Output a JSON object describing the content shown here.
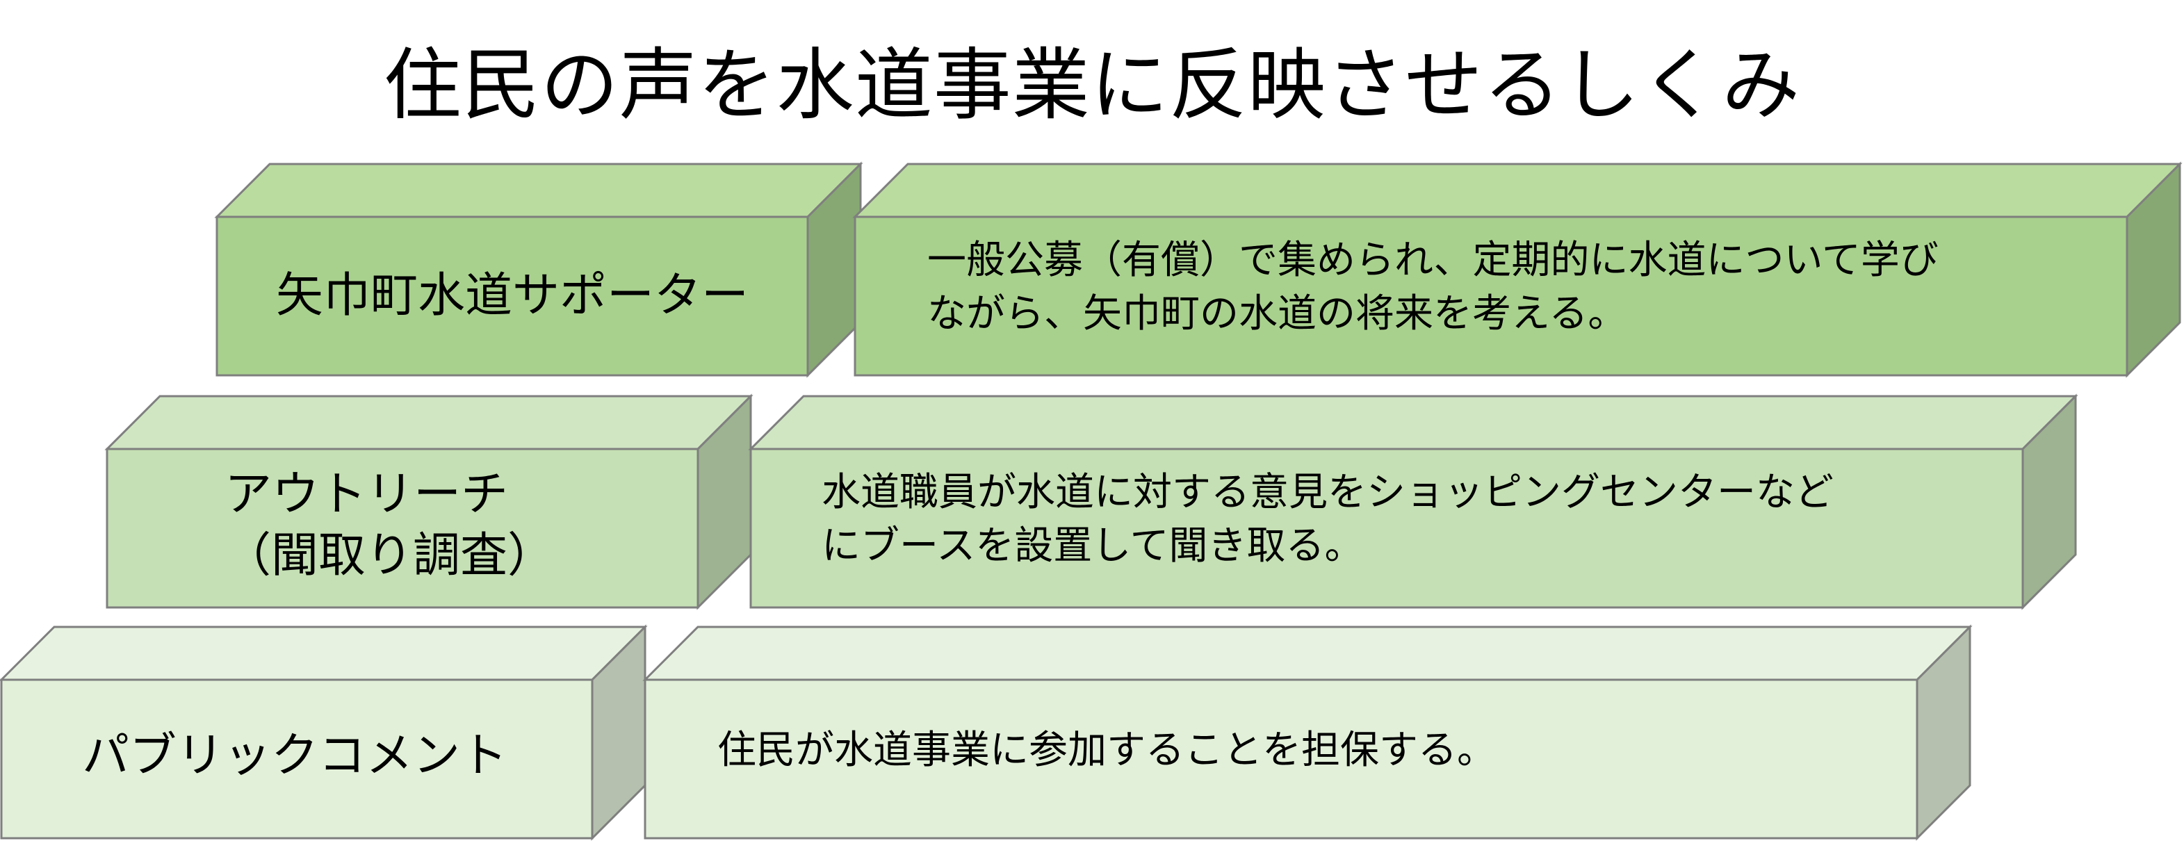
{
  "title": "住民の声を水道事業に反映させるしくみ",
  "colors": {
    "tier1_front": "#a9d18e",
    "tier1_top": "#badc9f",
    "tier1_side": "#87a872",
    "tier2_front": "#c5e0b4",
    "tier2_top": "#d0e6c3",
    "tier2_side": "#9db391",
    "tier3_front": "#e2f0d9",
    "tier3_top": "#e7f3e0",
    "tier3_side": "#b5c0ae",
    "border": "#7f7f7f"
  },
  "rows": [
    {
      "label": [
        "矢巾町水道サポーター"
      ],
      "description": [
        "一般公募（有償）で集められ、定期的に水道について学び",
        "ながら、矢巾町の水道の将来を考える。"
      ]
    },
    {
      "label": [
        "アウトリーチ",
        "（聞取り調査）"
      ],
      "description": [
        "水道職員が水道に対する意見をショッピングセンターなど",
        "にブースを設置して聞き取る。"
      ]
    },
    {
      "label": [
        "パブリックコメント"
      ],
      "description": [
        "住民が水道事業に参加することを担保する。"
      ]
    }
  ]
}
